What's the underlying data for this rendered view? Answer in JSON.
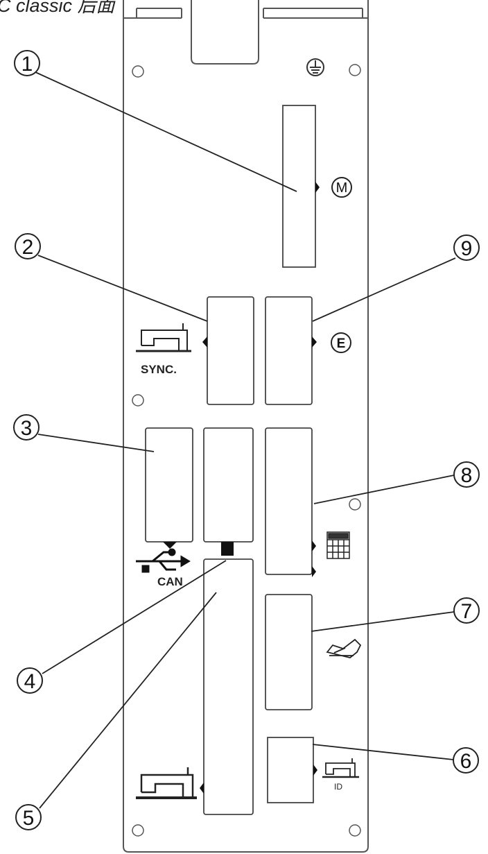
{
  "title": "C classic 后面",
  "labels": {
    "motor_marker": "M",
    "e_marker": "E",
    "sync": "SYNC.",
    "can": "CAN",
    "id": "ID"
  },
  "callouts": [
    "1",
    "2",
    "3",
    "4",
    "5",
    "6",
    "7",
    "8",
    "9"
  ],
  "icons": {
    "ground": "ground-symbol-icon",
    "sewing_machine": "sewing-machine-icon",
    "usb": "usb-icon",
    "keypad": "control-panel-icon",
    "pedal": "foot-pedal-icon"
  }
}
